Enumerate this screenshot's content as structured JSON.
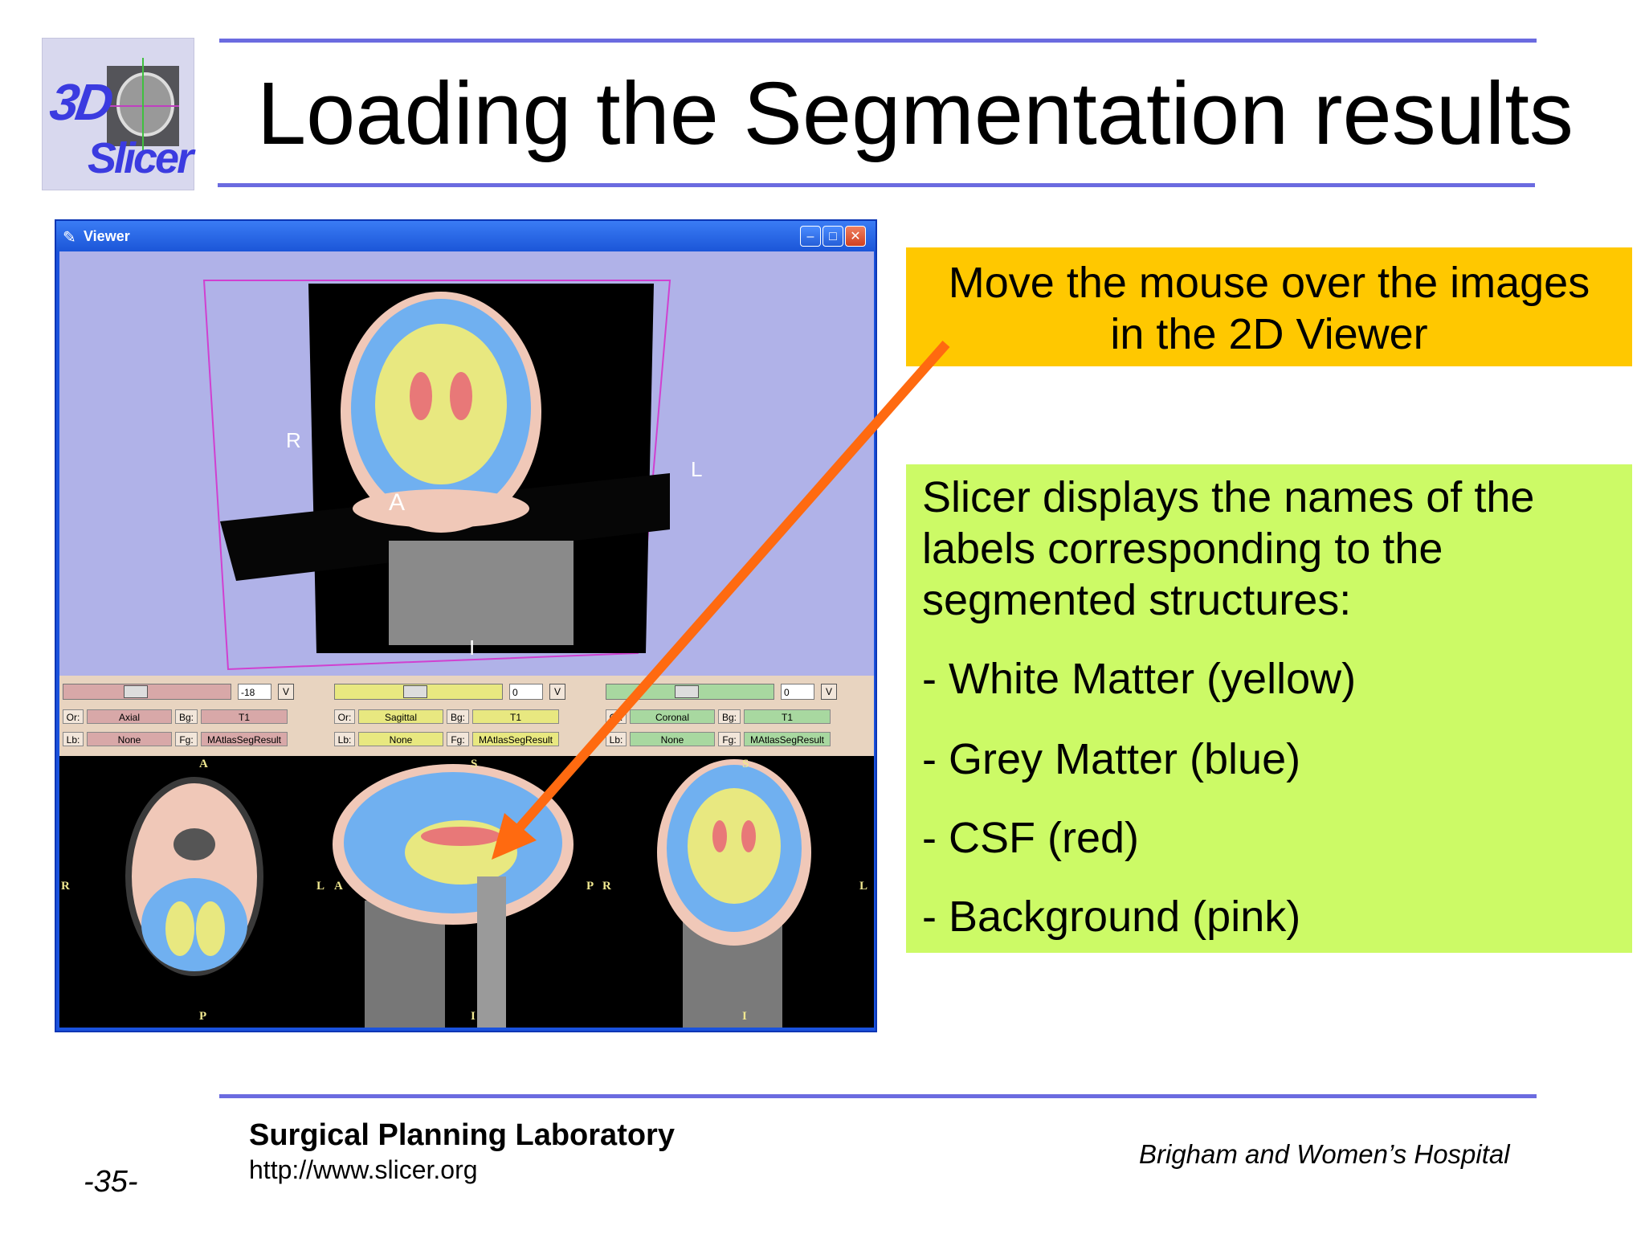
{
  "logo": {
    "top": "3D",
    "bottom": "Slicer"
  },
  "slide": {
    "title": "Loading the Segmentation results"
  },
  "viewer": {
    "window_title": "Viewer",
    "view3d_labels": {
      "right": "R",
      "left": "L",
      "anterior": "A",
      "inferior": "I"
    },
    "panels": [
      {
        "slice_value": "-18",
        "v_label": "V",
        "or_label": "Or:",
        "orientation": "Axial",
        "bg_label": "Bg:",
        "bg_value": "T1",
        "lb_label": "Lb:",
        "lb_value": "None",
        "fg_label": "Fg:",
        "fg_value": "MAtlasSegResult",
        "slider_color": "#d8a8a8"
      },
      {
        "slice_value": "0",
        "v_label": "V",
        "or_label": "Or:",
        "orientation": "Sagittal",
        "bg_label": "Bg:",
        "bg_value": "T1",
        "lb_label": "Lb:",
        "lb_value": "None",
        "fg_label": "Fg:",
        "fg_value": "MAtlasSegResult",
        "slider_color": "#e8e880"
      },
      {
        "slice_value": "0",
        "v_label": "V",
        "or_label": "Or:",
        "orientation": "Coronal",
        "bg_label": "Bg:",
        "bg_value": "T1",
        "lb_label": "Lb:",
        "lb_value": "None",
        "fg_label": "Fg:",
        "fg_value": "MAtlasSegResult",
        "slider_color": "#a8d8a0"
      }
    ],
    "slice_axes": {
      "axial": {
        "top": "A",
        "bottom": "P",
        "left": "R",
        "right": "L"
      },
      "sagittal": {
        "top": "S",
        "bottom": "I",
        "left": "A",
        "right": "P"
      },
      "coronal": {
        "top": "S",
        "bottom": "I",
        "left": "R",
        "right": "L"
      }
    }
  },
  "callout_top": {
    "line1": "Move the mouse over the images",
    "line2": "in the 2D Viewer",
    "color": "#ffc800"
  },
  "callout_main": {
    "intro": [
      "Slicer displays the names of the",
      "labels corresponding to the",
      "segmented structures:"
    ],
    "items": [
      "- White Matter (yellow)",
      "- Grey Matter  (blue)",
      "- CSF (red)",
      "- Background (pink)"
    ],
    "color": "#ccfa66"
  },
  "arrow_color": "#ff6a10",
  "footer": {
    "lab": "Surgical Planning Laboratory",
    "url": "http://www.slicer.org",
    "hospital": "Brigham and Women’s Hospital",
    "page": "-35-"
  }
}
